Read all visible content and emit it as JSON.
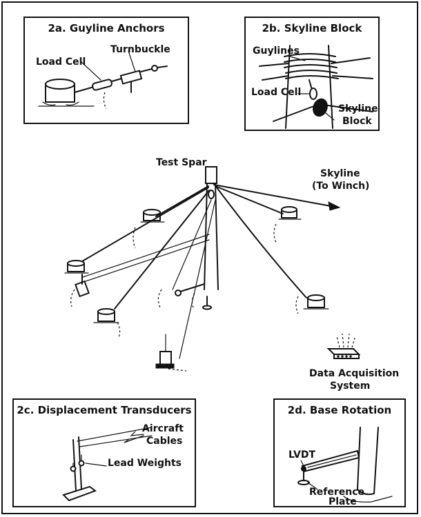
{
  "panels": {
    "a": {
      "title": "2a. Guyline Anchors",
      "load_cell": "Load Cell",
      "turnbuckle": "Turnbuckle"
    },
    "b": {
      "title": "2b. Skyline Block",
      "guylines": "Guylines",
      "load_cell": "Load Cell",
      "skyline": "Skyline",
      "block": "Block"
    },
    "c": {
      "title": "2c. Displacement Transducers",
      "aircraft": "Aircraft",
      "cables": "Cables",
      "lead_weights": "Lead Weights"
    },
    "d": {
      "title": "2d. Base Rotation",
      "lvdt": "LVDT",
      "reference": "Reference",
      "plate": "Plate"
    }
  },
  "main": {
    "test_spar": "Test Spar",
    "skyline": "Skyline",
    "to_winch": "(To Winch)",
    "data_acquisition": "Data Acquisition",
    "system": "System"
  }
}
